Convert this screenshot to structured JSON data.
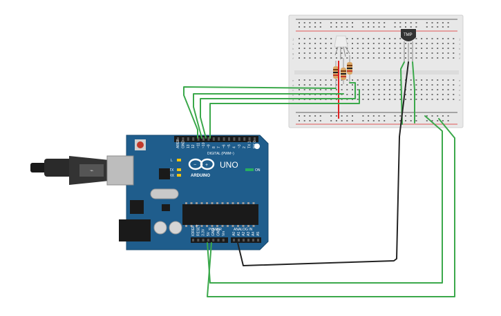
{
  "arduino": {
    "brand": "UNO",
    "logo_text": "ARDUINO",
    "digital_header": "DIGITAL (PWM~)",
    "analog_header": "ANALOG IN",
    "power_header": "POWER",
    "on_label": "ON",
    "led_l": "L",
    "led_tx": "TX",
    "led_rx": "RX",
    "aref": "AREF",
    "gnd": "GND",
    "digital_pins": [
      "13",
      "12",
      "~11",
      "~10",
      "~9",
      "8",
      "7",
      "~6",
      "~5",
      "4",
      "~3",
      "2",
      "TX 1",
      "RX 0"
    ],
    "analog_pins": [
      "A0",
      "A1",
      "A2",
      "A3",
      "A4",
      "A5"
    ],
    "power_pins": [
      "IOREF",
      "RESET",
      "3.3V",
      "5V",
      "GND",
      "GND",
      "Vin"
    ]
  },
  "sensor": {
    "label": "TMP"
  },
  "breadboard": {
    "row_letters_top": [
      "j",
      "i",
      "h",
      "g",
      "f"
    ],
    "row_letters_bottom": [
      "e",
      "d",
      "c",
      "b",
      "a"
    ]
  },
  "colors": {
    "board_blue": "#1f5d8c",
    "wire_green": "#3aa84a",
    "wire_black": "#222222",
    "wire_red": "#e02020",
    "breadboard": "#ececec"
  }
}
